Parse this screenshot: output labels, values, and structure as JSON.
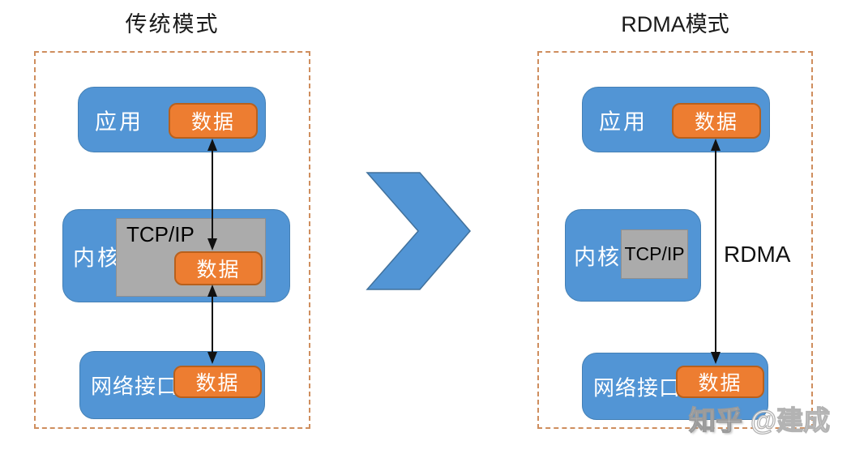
{
  "left_panel": {
    "title": "传统模式",
    "app_box": {
      "label": "应用",
      "data_label": "数据"
    },
    "kernel_box": {
      "label": "内核",
      "stack_label": "TCP/IP",
      "data_label": "数据"
    },
    "nic_box": {
      "label": "网络接口",
      "data_label": "数据"
    }
  },
  "right_panel": {
    "title": "RDMA模式",
    "app_box": {
      "label": "应用",
      "data_label": "数据"
    },
    "kernel_box": {
      "label": "内核",
      "stack_label": "TCP/IP"
    },
    "nic_box": {
      "label": "网络接口",
      "data_label": "数据"
    },
    "arrow_label": "RDMA"
  },
  "watermark": {
    "brand": "知乎",
    "author": "@建成"
  },
  "colors": {
    "layer_blue": "#5295d5",
    "data_orange": "#ed7d31",
    "stack_gray": "#ababab",
    "container_dash": "#cf8e5e",
    "arrow_black": "#111111"
  }
}
